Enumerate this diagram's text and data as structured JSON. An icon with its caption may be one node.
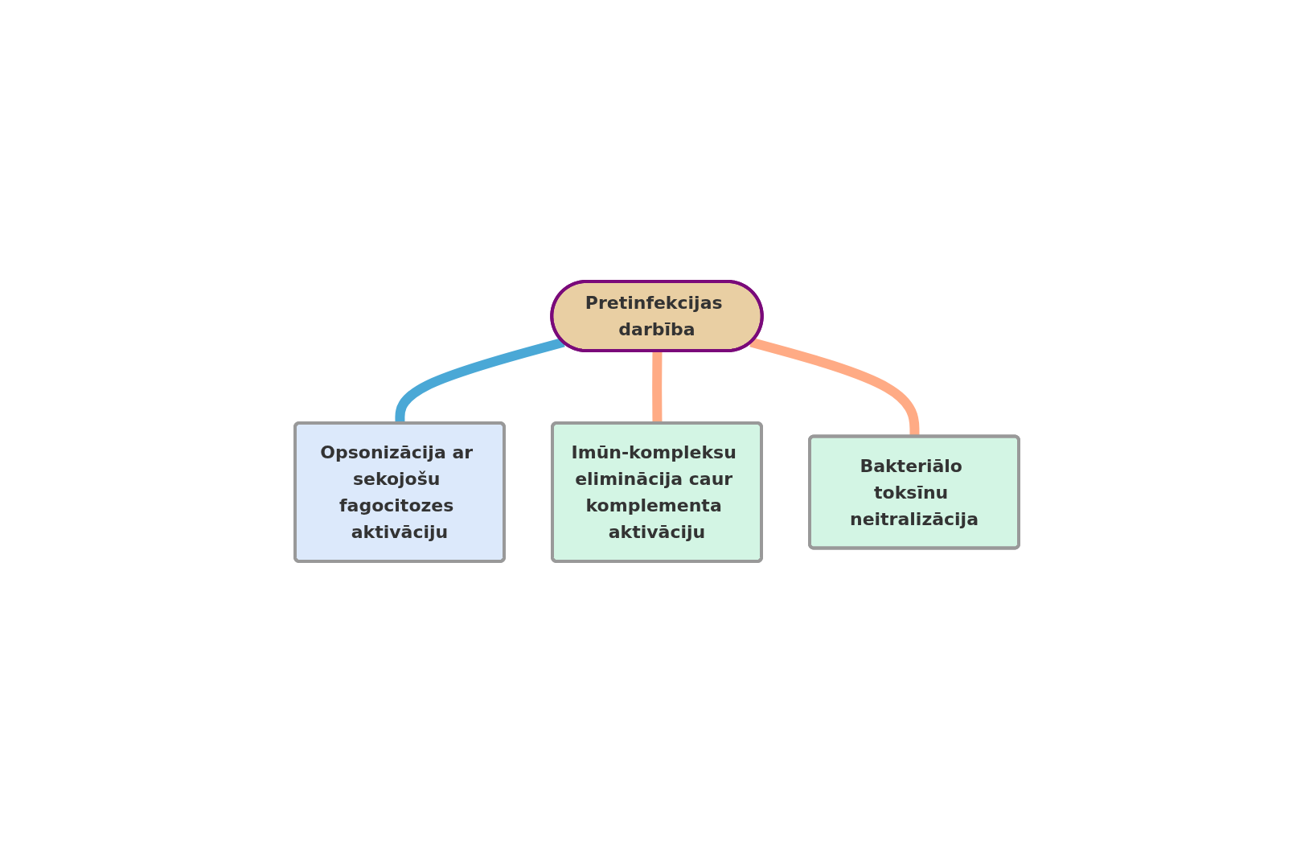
{
  "diagram": {
    "nodes": [
      {
        "text": [
          "Pretinfekcijas darbība"
        ]
      },
      {
        "text": [
          "Opsonizācija ar sekojošu fagocitozes aktivāciju"
        ]
      },
      {
        "text": [
          "Imūn-kompleksu eliminācija caur komplementa aktivāciju"
        ]
      },
      {
        "text": [
          "Bakteriālo toksīnu neitralizācija"
        ]
      }
    ],
    "edges": [
      {
        "from": 0,
        "to": 1,
        "arrow": "none",
        "color": "#4aa8d6"
      },
      {
        "from": 0,
        "to": 2,
        "arrow": "none"
      },
      {
        "from": 0,
        "to": 3,
        "arrow": "none"
      }
    ]
  }
}
